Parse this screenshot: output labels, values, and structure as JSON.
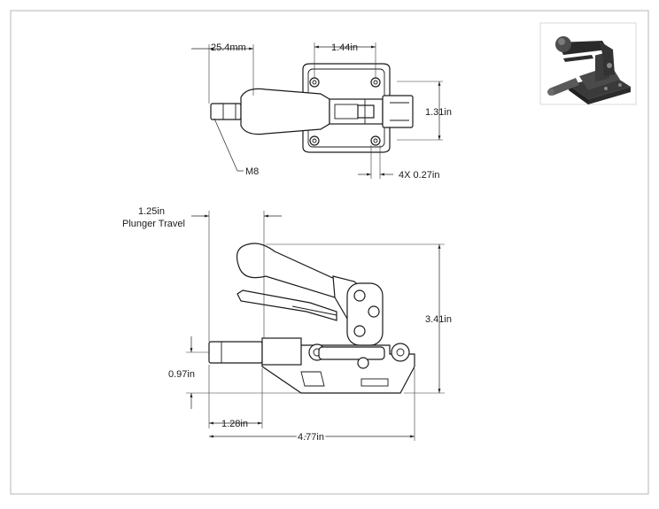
{
  "drawing": {
    "border_color": "#b5b5b5",
    "line_color": "#1a1a1a",
    "dimensions": {
      "top_left_width": "25.4mm",
      "top_hole_spacing": "1.44in",
      "top_height": "1.31in",
      "thread": "M8",
      "holes": "4X 0.27in",
      "plunger_travel_value": "1.25in",
      "plunger_travel_label": "Plunger Travel",
      "side_height": "3.41in",
      "plunger_height": "0.97in",
      "plunger_offset": "1.28in",
      "overall_length": "4.77in"
    },
    "thumbnail": {
      "description_icon": "isometric-clamp-icon",
      "body_color": "#3a3a3a",
      "handle_color": "#2a2a2a"
    }
  }
}
